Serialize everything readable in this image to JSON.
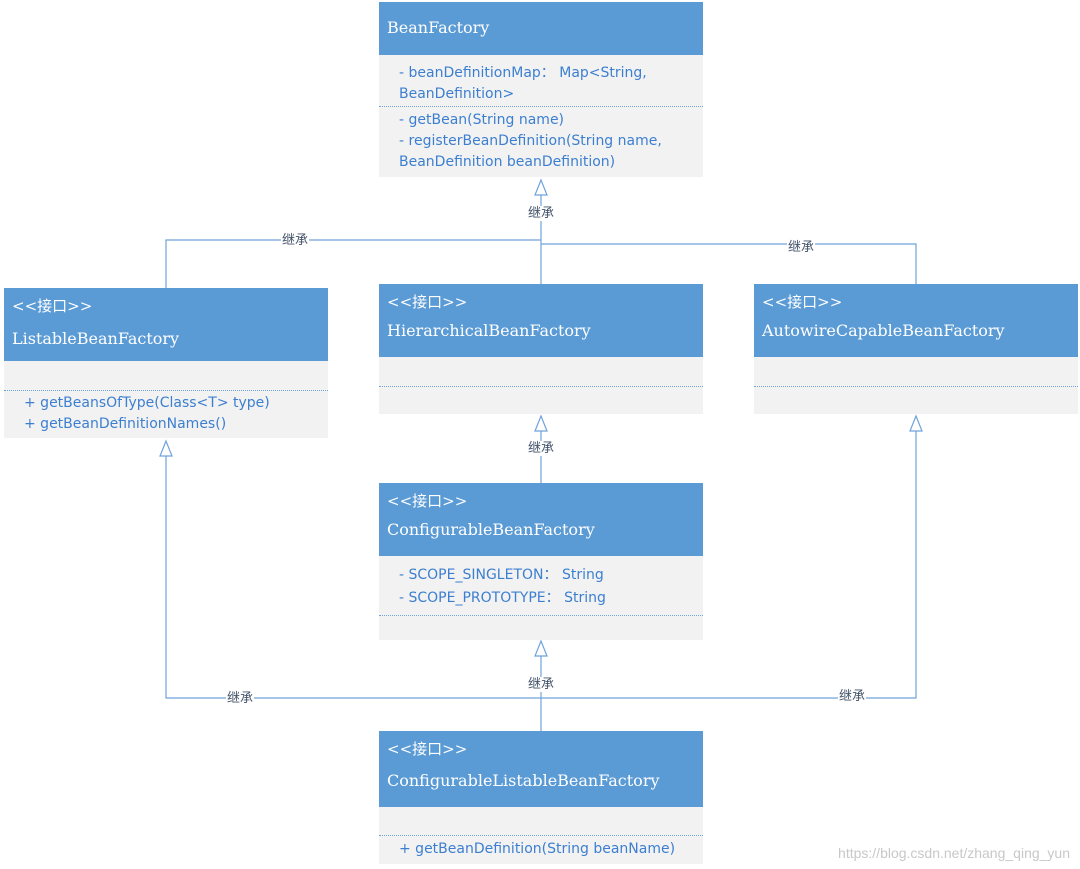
{
  "classes": {
    "bean_factory": {
      "name": "BeanFactory",
      "attributes": [
        "- beanDefinitionMap： Map<String,",
        "BeanDefinition>"
      ],
      "methods": [
        "- getBean(String name)",
        "- registerBeanDefinition(String name,",
        "BeanDefinition beanDefinition)"
      ]
    },
    "listable": {
      "stereotype": "<<接口>>",
      "name": "ListableBeanFactory",
      "attributes": [],
      "methods": [
        "+ getBeansOfType(Class<T> type)",
        "+ getBeanDefinitionNames()"
      ]
    },
    "hierarchical": {
      "stereotype": "<<接口>>",
      "name": "HierarchicalBeanFactory",
      "attributes": [],
      "methods": []
    },
    "autowire": {
      "stereotype": "<<接口>>",
      "name": "AutowireCapableBeanFactory",
      "attributes": [],
      "methods": []
    },
    "configurable": {
      "stereotype": "<<接口>>",
      "name": "ConfigurableBeanFactory",
      "attributes": [
        "- SCOPE_SINGLETON： String",
        "- SCOPE_PROTOTYPE： String"
      ],
      "methods": []
    },
    "configurable_listable": {
      "stereotype": "<<接口>>",
      "name": "ConfigurableListableBeanFactory",
      "attributes": [],
      "methods": [
        "+ getBeanDefinition(String beanName)"
      ]
    }
  },
  "relations": [
    {
      "from": "listable",
      "to": "bean_factory",
      "label": "继承"
    },
    {
      "from": "hierarchical",
      "to": "bean_factory",
      "label": "继承"
    },
    {
      "from": "autowire",
      "to": "bean_factory",
      "label": "继承"
    },
    {
      "from": "configurable",
      "to": "hierarchical",
      "label": "继承"
    },
    {
      "from": "configurable_listable",
      "to": "configurable",
      "label": "继承"
    },
    {
      "from": "configurable_listable",
      "to": "listable",
      "label": "继承"
    },
    {
      "from": "configurable_listable",
      "to": "autowire",
      "label": "继承"
    }
  ],
  "colors": {
    "header": "#5b9bd5",
    "body": "#f2f2f2",
    "member_text": "#3c7fd0",
    "edge": "#6fa3dc"
  },
  "watermark": "https://blog.csdn.net/zhang_qing_yun"
}
